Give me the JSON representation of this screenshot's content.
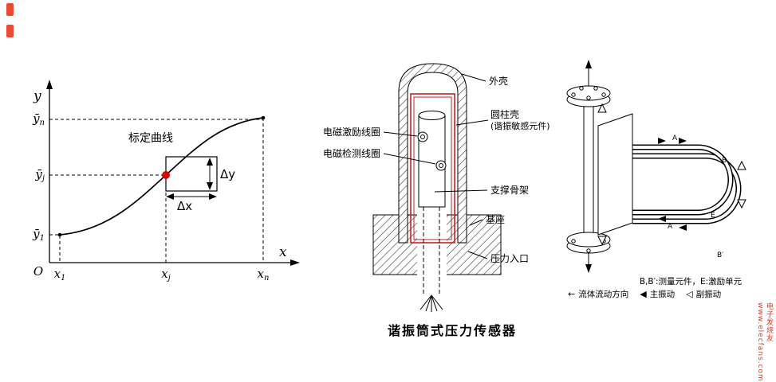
{
  "calibration": {
    "title": "标定曲线",
    "origin": "O",
    "x_axis_label": "x",
    "y_axis_label": "y",
    "delta_x": "Δx",
    "delta_y": "Δy",
    "y_ticks": [
      {
        "base": "ȳ",
        "sub": "n"
      },
      {
        "base": "ȳ",
        "sub": "j"
      },
      {
        "base": "ȳ",
        "sub": "1"
      }
    ],
    "x_ticks": [
      {
        "base": "x",
        "sub": "1"
      },
      {
        "base": "x",
        "sub": "j"
      },
      {
        "base": "x",
        "sub": "n"
      }
    ],
    "point_color": "#dd0000"
  },
  "sensor": {
    "caption": "谐振筒式压力传感器",
    "labels": {
      "shell": "外壳",
      "cylinder_line1": "圆柱壳",
      "cylinder_line2": "(谐振敏感元件)",
      "excitation_coil": "电磁激励线圈",
      "detection_coil": "电磁检测线圈",
      "support_frame": "支撑骨架",
      "base": "基座",
      "pressure_inlet": "压力入口"
    }
  },
  "flowmeter": {
    "points": {
      "a": "A",
      "b": "B",
      "a2": "A′",
      "b2": "B′",
      "e": "E"
    },
    "note": "B,B′:测量元件，E:激励单元",
    "legend": [
      {
        "icon": "←",
        "label": "流体流动方向"
      },
      {
        "icon": "◀",
        "label": "主振动"
      },
      {
        "icon": "◁",
        "label": "副振动"
      }
    ]
  },
  "watermark": {
    "line1": "电子发烧友",
    "line2": "www.elecfans.com",
    "color": "#e8381d"
  }
}
